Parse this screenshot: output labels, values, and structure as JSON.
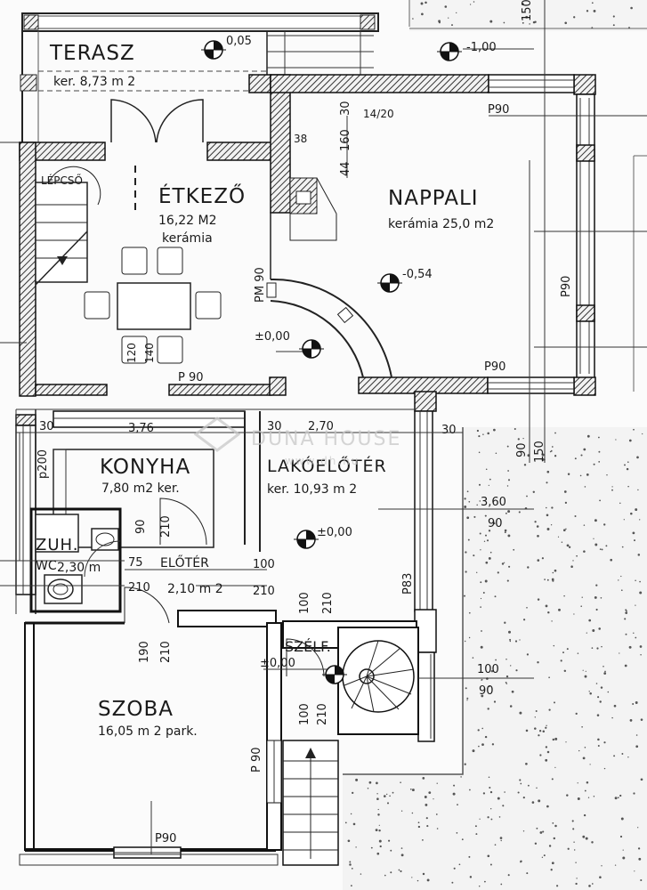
{
  "rooms": {
    "terasz": {
      "name": "TERASZ",
      "info": "ker. 8,73 m 2"
    },
    "etkezo": {
      "name": "ÉTKEZŐ",
      "area": "16,22 M2",
      "floor": "kerámia"
    },
    "nappali": {
      "name": "NAPPALI",
      "info": "kerámia 25,0 m2"
    },
    "konyha": {
      "name": "KONYHA",
      "info": "7,80 m2 ker."
    },
    "lakoeloter": {
      "name": "LAKÓELŐTÉR",
      "info": "ker. 10,93 m 2"
    },
    "zuh_wc": {
      "name": "ZUH.",
      "name2": "WC",
      "area": "2,30 m"
    },
    "eloter": {
      "name": "ELŐTÉR",
      "area": "2,10 m 2"
    },
    "szoba": {
      "name": "SZOBA",
      "info": "16,05 m 2 park."
    },
    "szelfogo": {
      "name": "SZÉLF."
    },
    "lepcso": {
      "name": "LÉPCSŐ"
    }
  },
  "levels": {
    "terrace": "0,05",
    "outside": "-1,00",
    "living": "-0,54",
    "dining": "±0,00",
    "hall": "±0,00",
    "vestibule": "±0,00"
  },
  "dimensions": {
    "d_30a": "30",
    "d_376": "3,76",
    "d_30b": "30",
    "d_270": "2,70",
    "d_30c": "30",
    "d_p200": "p200",
    "d_360": "3,60",
    "d_90a": "90",
    "d_75": "75",
    "d_210a": "210",
    "d_100a": "100",
    "d_210b": "210",
    "d_90b": "90",
    "d_210c": "210",
    "d_190": "190",
    "d_210d": "210",
    "d_100b": "100",
    "d_210e": "210",
    "d_100c": "100",
    "d_210f": "210",
    "d_100d": "100",
    "d_90c": "90",
    "d_120": "120",
    "d_140": "140",
    "d_30d": "30",
    "d_160": "160",
    "d_44": "44",
    "d_1420": "14/20",
    "d_38": "38",
    "d_90e": "90",
    "d_150a": "150",
    "d_150b": "150"
  },
  "openings": {
    "p90_nappali_top": "P90",
    "p90_nappali_right": "P90",
    "p90_nappali_bottom": "P90",
    "p90_etkezo": "P 90",
    "pm90": "PM 90",
    "p83": "P83",
    "p90_szoba_side": "P 90",
    "p90_szoba_bottom": "P90"
  },
  "watermark": {
    "brand": "DUNA HOUSE",
    "url": "www.dh.hu"
  }
}
